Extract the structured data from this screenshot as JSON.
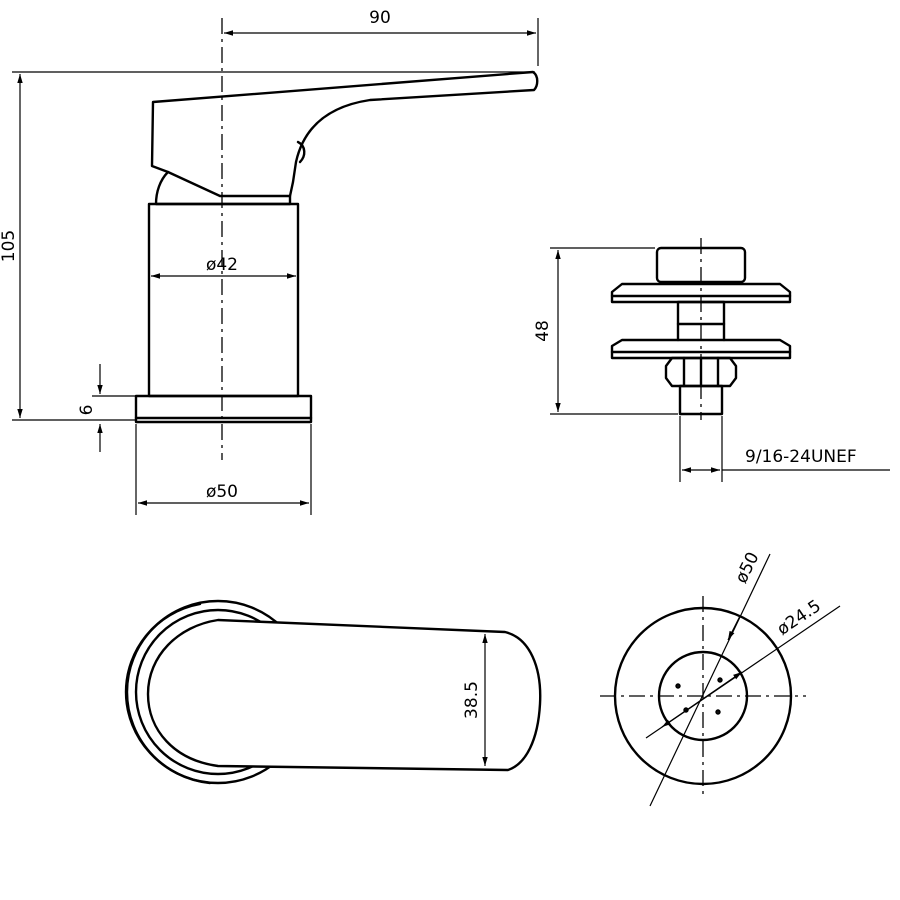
{
  "dimensions": {
    "width_90": "90",
    "height_105": "105",
    "body_dia_42": "ø42",
    "base_6": "6",
    "base_dia_50": "ø50",
    "shank_48": "48",
    "thread": "9/16-24UNEF",
    "handle_38_5": "38.5",
    "round_dia_50": "ø50",
    "inner_dia_24_5": "ø24.5"
  }
}
